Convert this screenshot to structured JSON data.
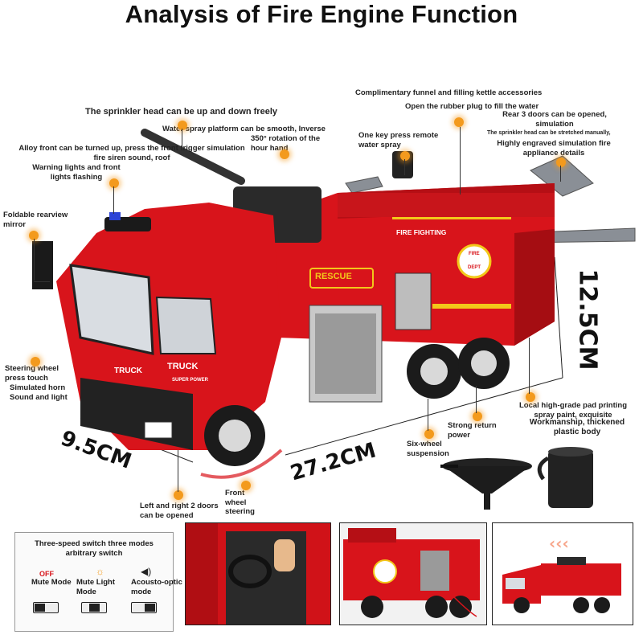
{
  "title": "Analysis of Fire Engine Function",
  "annotations": {
    "sprinkler_head": "The sprinkler head can be up and down freely",
    "water_platform_a": "Water spray platform can be smooth, Inverse",
    "water_platform_b": "350° rotation of the hour hand",
    "alloy_front": "Alloy front can be turned up, press the front trigger simulation fire siren sound, roof",
    "warning_lights": "Warning lights and front lights flashing",
    "foldable_mirror": "Foldable rearview mirror",
    "complimentary": "Complimentary funnel and filling kettle accessories",
    "rubber_plug": "Open the rubber plug to fill the water",
    "one_key": "One key press remote water spray",
    "rear_doors": "Rear 3 doors can be opened, simulation",
    "sprinkler_stretch": "The sprinkler head can be stretched manually,",
    "engraved": "Highly engraved simulation fire appliance details",
    "steering_wheel": "Steering wheel press touch",
    "simulated_horn": "Simulated horn Sound and light",
    "pad_printing": "Local high-grade pad printing spray paint, exquisite",
    "workmanship": "Workmanship, thickened plastic body",
    "strong_return": "Strong return power",
    "six_wheel": "Six-wheel suspension",
    "front_wheel": "Front wheel steering",
    "doors": "Left and right 2 doors can be opened"
  },
  "dimensions": {
    "height": "12.5CM",
    "width": "9.5CM",
    "length": "27.2CM"
  },
  "truck_text": {
    "fire_fighting": "FIRE FIGHTING",
    "rescue": "RESCUE",
    "truck": "TRUCK",
    "truck2": "TRUCK",
    "super_power": "SUPER POWER",
    "badge_top": "FIRE",
    "badge_bottom": "DEPT"
  },
  "switch_panel": {
    "heading": "Three-speed switch three modes arbitrary switch",
    "off": "OFF",
    "mute_mode": "Mute Mode",
    "mute_light": "Mute Light Mode",
    "acousto": "Acousto-optic mode"
  },
  "colors": {
    "body_red": "#d8141b",
    "dark_red": "#9e0d12",
    "accent_orange": "#f39a1d",
    "stripe_yellow": "#f2c81a"
  }
}
